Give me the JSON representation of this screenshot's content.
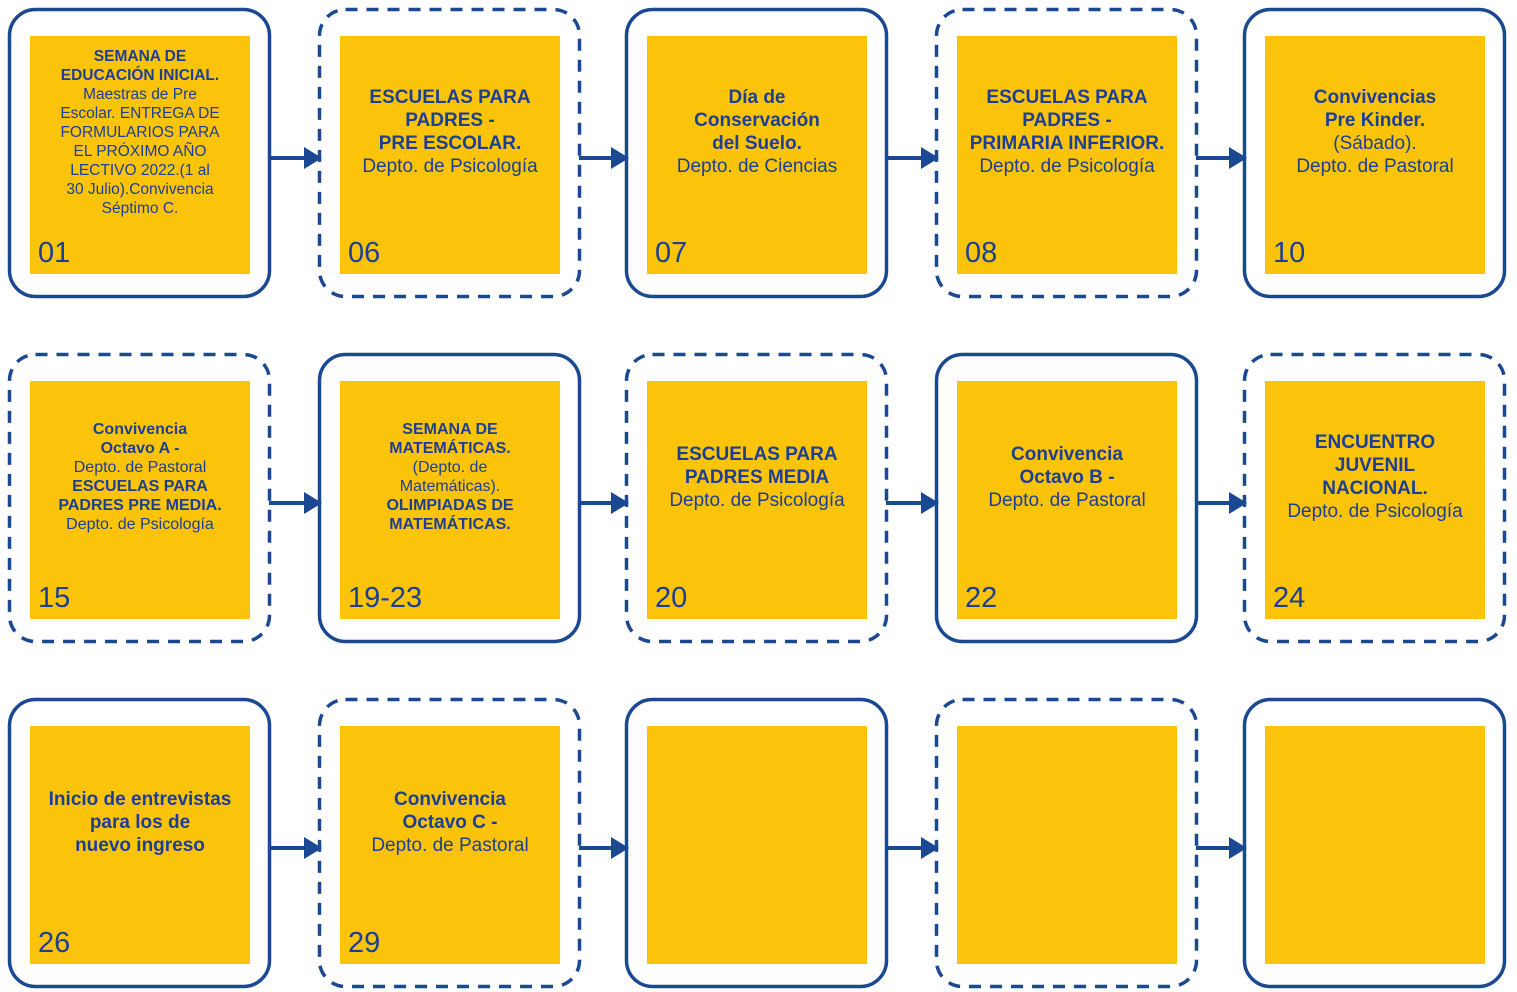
{
  "colors": {
    "frame": "#1b4893",
    "card": "#fcc30b",
    "text": "#1c3f94"
  },
  "events": [
    {
      "day": "01",
      "lines": [
        {
          "text": "SEMANA DE",
          "bold": true
        },
        {
          "text": "EDUCACIÓN INICIAL.",
          "bold": true
        },
        {
          "text": "Maestras de Pre",
          "bold": false
        },
        {
          "text": "Escolar. ENTREGA DE",
          "bold": false
        },
        {
          "text": "FORMULARIOS PARA",
          "bold": false
        },
        {
          "text": "EL PRÓXIMO AÑO",
          "bold": false
        },
        {
          "text": "LECTIVO 2022.(1 al",
          "bold": false
        },
        {
          "text": "30 Julio).Convivencia",
          "bold": false
        },
        {
          "text": "Séptimo C.",
          "bold": false
        }
      ]
    },
    {
      "day": "06",
      "lines": [
        {
          "text": "ESCUELAS PARA",
          "bold": true
        },
        {
          "text": "PADRES -",
          "bold": true
        },
        {
          "text": "PRE ESCOLAR.",
          "bold": true
        },
        {
          "text": "Depto. de Psicología",
          "bold": false
        }
      ]
    },
    {
      "day": "07",
      "lines": [
        {
          "text": "Día de",
          "bold": true
        },
        {
          "text": "Conservación",
          "bold": true
        },
        {
          "text": "del Suelo.",
          "bold": true
        },
        {
          "text": "Depto. de Ciencias",
          "bold": false
        }
      ]
    },
    {
      "day": "08",
      "lines": [
        {
          "text": "ESCUELAS PARA",
          "bold": true
        },
        {
          "text": "PADRES -",
          "bold": true
        },
        {
          "text": "PRIMARIA INFERIOR.",
          "bold": true
        },
        {
          "text": "Depto. de Psicología",
          "bold": false
        }
      ]
    },
    {
      "day": "10",
      "lines": [
        {
          "text": "Convivencias",
          "bold": true
        },
        {
          "text": "Pre Kinder.",
          "bold": true
        },
        {
          "text": "(Sábado).",
          "bold": false
        },
        {
          "text": "Depto. de Pastoral",
          "bold": false
        }
      ]
    },
    {
      "day": "15",
      "lines": [
        {
          "text": "Convivencia",
          "bold": true
        },
        {
          "text": "Octavo A -",
          "bold": true
        },
        {
          "text": "Depto. de Pastoral",
          "bold": false
        },
        {
          "text": "ESCUELAS PARA",
          "bold": true
        },
        {
          "text": "PADRES PRE MEDIA.",
          "bold": true
        },
        {
          "text": "Depto. de Psicología",
          "bold": false
        }
      ]
    },
    {
      "day": "19-23",
      "lines": [
        {
          "text": "SEMANA DE",
          "bold": true
        },
        {
          "text": "MATEMÁTICAS.",
          "bold": true
        },
        {
          "text": "(Depto. de",
          "bold": false
        },
        {
          "text": "Matemáticas).",
          "bold": false
        },
        {
          "text": "OLIMPIADAS DE",
          "bold": true
        },
        {
          "text": "MATEMÁTICAS.",
          "bold": true
        }
      ]
    },
    {
      "day": "20",
      "lines": [
        {
          "text": "ESCUELAS PARA",
          "bold": true
        },
        {
          "text": "PADRES MEDIA",
          "bold": true
        },
        {
          "text": "Depto. de Psicología",
          "bold": false
        }
      ]
    },
    {
      "day": "22",
      "lines": [
        {
          "text": "Convivencia",
          "bold": true
        },
        {
          "text": "Octavo B -",
          "bold": true
        },
        {
          "text": "Depto. de Pastoral",
          "bold": false
        }
      ]
    },
    {
      "day": "24",
      "lines": [
        {
          "text": "ENCUENTRO",
          "bold": true
        },
        {
          "text": "JUVENIL",
          "bold": true
        },
        {
          "text": "NACIONAL.",
          "bold": true
        },
        {
          "text": "Depto. de Psicología",
          "bold": false
        }
      ]
    },
    {
      "day": "26",
      "lines": [
        {
          "text": "Inicio de entrevistas",
          "bold": true
        },
        {
          "text": "para los de",
          "bold": true
        },
        {
          "text": "nuevo ingreso",
          "bold": true
        }
      ]
    },
    {
      "day": "29",
      "lines": [
        {
          "text": "Convivencia",
          "bold": true
        },
        {
          "text": "Octavo C -",
          "bold": true
        },
        {
          "text": "Depto. de Pastoral",
          "bold": false
        }
      ]
    },
    {
      "day": "",
      "lines": []
    },
    {
      "day": "",
      "lines": []
    },
    {
      "day": "",
      "lines": []
    }
  ]
}
